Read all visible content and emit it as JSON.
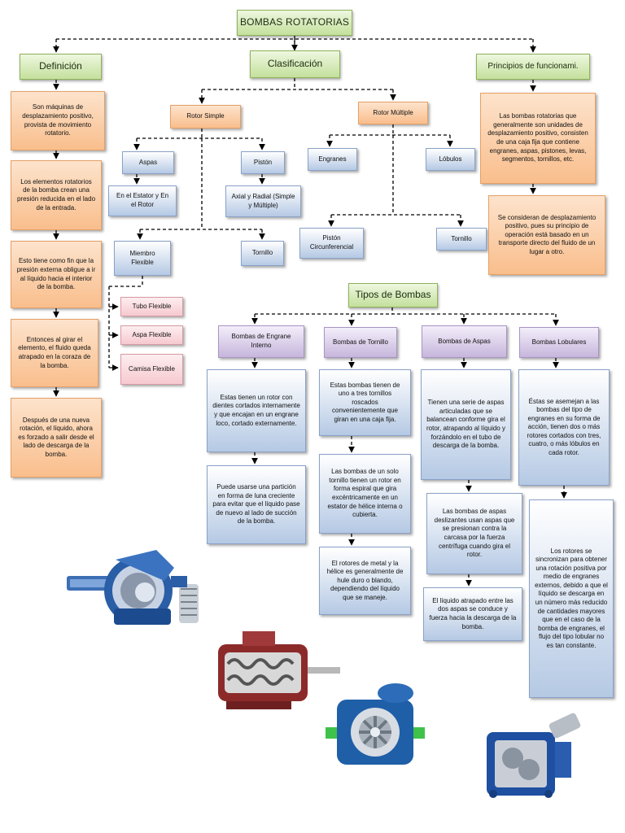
{
  "title": "BOMBAS ROTATORIAS",
  "headers": {
    "definicion": "Definición",
    "clasificacion": "Clasificación",
    "principios": "Principios de funcionami.",
    "tipos": "Tipos de Bombas"
  },
  "definicion_steps": [
    "Son máquinas de desplazamiento positivo, provista de movimiento rotatorio.",
    "Los elementos rotatorios de la bomba crean una presión reducida en el lado de la entrada.",
    "Esto tiene como fin que la presión externa obligue a ir al líquido hacia el interior de la bomba.",
    "Entonces al girar el elemento, el fluido queda atrapado en la coraza de la bomba.",
    "Después de una nueva rotación, el líquido, ahora es forzado a salir desde el lado de descarga de la bomba."
  ],
  "clasificacion": {
    "rotor_simple": "Rotor Simple",
    "rotor_multiple": "Rotor Múltiple",
    "aspas": "Aspas",
    "aspas_detail": "En el Estator y En el Rotor",
    "piston": "Pistón",
    "piston_detail": "Axial y Radial (Simple y Múltiple)",
    "miembro_flexible": "Miembro Flexible",
    "tornillo_simple": "Tornillo",
    "engranes": "Engranes",
    "lobulos": "Lóbulos",
    "piston_circunferencial": "Pistón Circunferencial",
    "tornillo_multiple": "Tornillo",
    "flexible_items": [
      "Tubo Flexible",
      "Aspa Flexible",
      "Camisa Flexible"
    ]
  },
  "principios": [
    "Las bombas rotatorias que generalmente son unidades de desplazamiento positivo, consisten de una caja fija que contiene engranes, aspas, pistones, levas, segmentos, tornillos, etc.",
    "Se consideran de desplazamiento positivo, pues su principio de operación está basado en un transporte directo del fluido de un lugar a otro."
  ],
  "tipos": [
    {
      "name": "Bombas de Engrane Interno",
      "details": [
        "Estas tienen un rotor con dientes cortados internamente y que encajan en un engrane loco, cortado externamente.",
        "Puede usarse una partición en forma de luna creciente para evitar que el líquido pase de nuevo al lado de succión de la bomba."
      ]
    },
    {
      "name": "Bombas de Tornillo",
      "details": [
        "Estas bombas tienen de uno a tres tornillos roscados convenientemente que giran en una caja fija.",
        "Las bombas de un solo tornillo tienen un rotor en forma espiral que gira excéntricamente en un estator de hélice interna o cubierta.",
        "El rotores de metal y la hélice es generalmente de hule duro o blando, dependiendo del líquido que se maneje."
      ]
    },
    {
      "name": "Bombas de Aspas",
      "details": [
        "Tienen una serie de aspas articuladas que se balancean conforme gira el rotor, atrapando al líquido y forzándolo en el tubo de descarga de la bomba.",
        "Las bombas de aspas deslizantes usan aspas que se presionan contra la carcasa por la fuerza centrífuga cuando gira el rotor.",
        "El líquido atrapado entre las dos aspas se conduce y fuerza hacia la descarga de la bomba."
      ]
    },
    {
      "name": "Bombas Lobulares",
      "details": [
        "Éstas se asemejan a las bombas del tipo de engranes en su forma de acción, tienen dos o más rotores cortados con tres, cuatro, o más lóbulos en cada rotor.",
        "Los rotores se sincronizan para obtener una rotación positiva por medio de engranes externos, debido a que el líquido se descarga en un número más reducido de cantidades mayores que en el caso de la bomba de engranes, el flujo del tipo lobular no es tan constante."
      ]
    }
  ],
  "colors": {
    "green": "#c4e09c",
    "orange": "#f9be8c",
    "blue": "#b5c9e4",
    "purple": "#c6b6dc",
    "pink": "#f6c9cf",
    "pump_blue": "#1f5fa8",
    "pump_red": "#c0392b"
  },
  "images": [
    "internal-gear-pump-image",
    "screw-pump-image",
    "gear-pump-image",
    "lobe-pump-image"
  ]
}
